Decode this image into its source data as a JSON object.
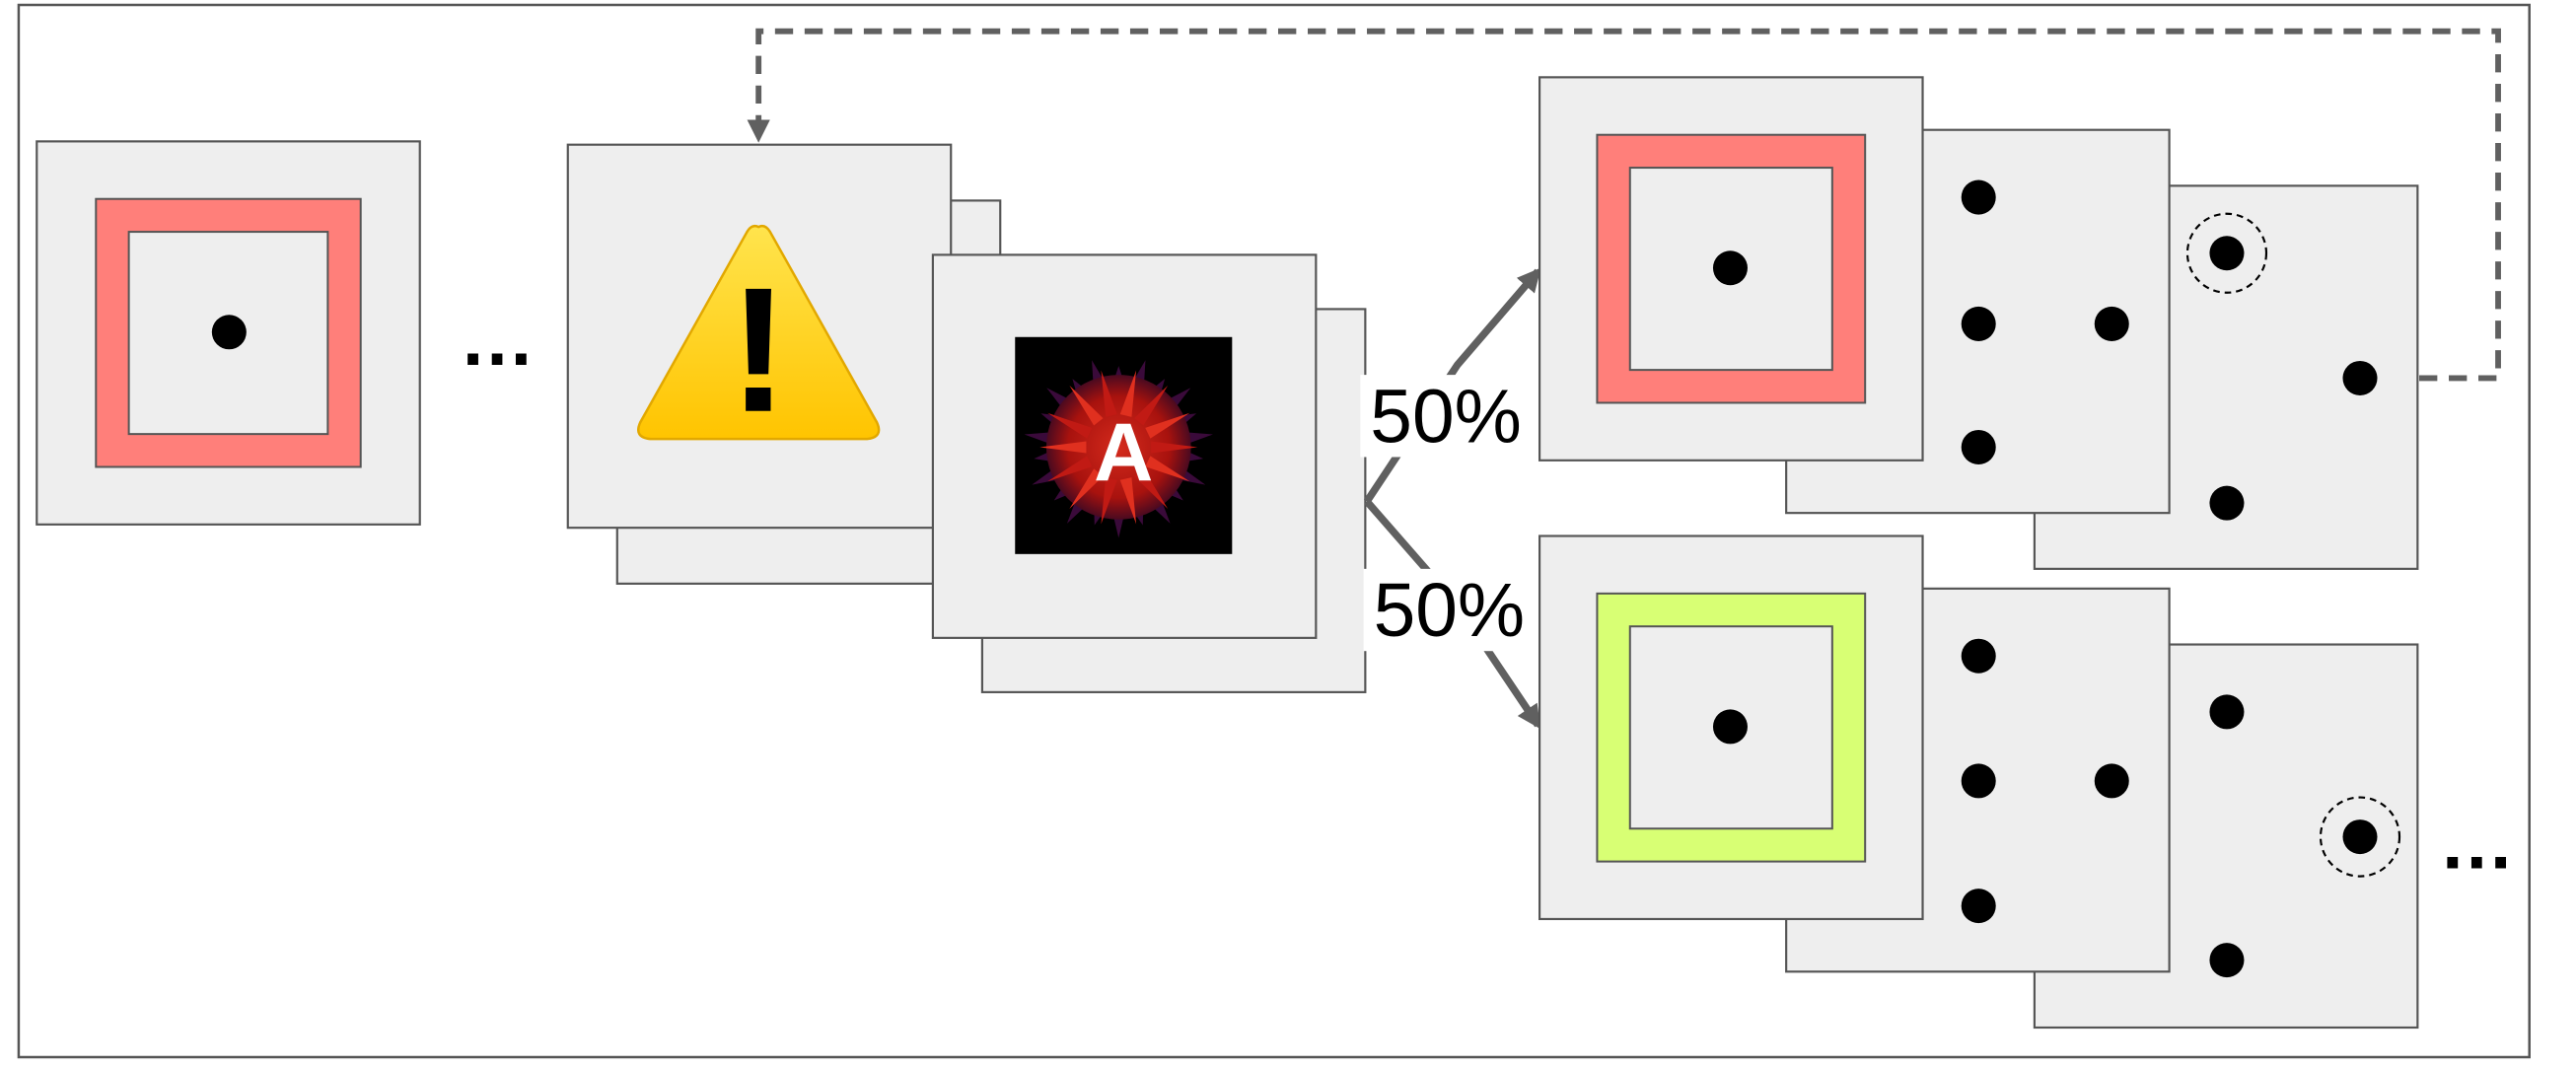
{
  "diagram": {
    "ellipsis": "…",
    "branches": {
      "top": {
        "label": "50%"
      },
      "bottom": {
        "label": "50%"
      }
    },
    "stimulus": {
      "letter": "A"
    },
    "warning": {
      "glyph": "!"
    },
    "colors": {
      "panel": "#eeeeee",
      "panel_border": "#555555",
      "frame_red": "#ff7f7a",
      "frame_green": "#d8ff74",
      "arrow": "#606060",
      "dot": "#000000",
      "warning_yellow": "#ffcc00",
      "stimulus_red": "#b81414"
    }
  }
}
